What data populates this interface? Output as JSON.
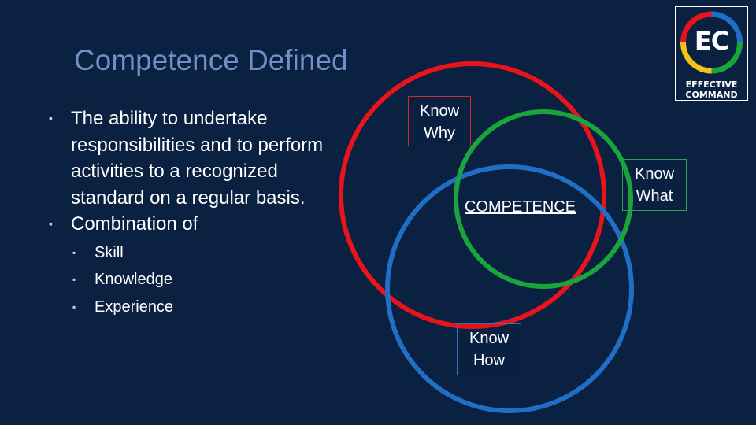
{
  "slide": {
    "title": "Competence Defined",
    "bullets": [
      {
        "text": "The ability to undertake responsibilities and to perform activities to a recognized standard on a regular basis."
      },
      {
        "text": "Combination of"
      }
    ],
    "sub_bullets": [
      "Skill",
      "Knowledge",
      "Experience"
    ],
    "bullet_marker": "▪"
  },
  "diagram": {
    "center_label": "COMPETENCE",
    "circles": [
      {
        "name": "know-why",
        "label_lines": [
          "Know",
          "Why"
        ],
        "color": "#e8131b"
      },
      {
        "name": "know-what",
        "label_lines": [
          "Know",
          "What"
        ],
        "color": "#1aa53c"
      },
      {
        "name": "know-how",
        "label_lines": [
          "Know",
          "How"
        ],
        "color": "#1f6fc6"
      }
    ]
  },
  "logo": {
    "initials": "EC",
    "line1": "EFFECTIVE",
    "line2": "COMMAND",
    "ring_colors": [
      "#1f6fc6",
      "#1aa53c",
      "#f4c21a",
      "#e8131b"
    ]
  },
  "colors": {
    "background": "#0a2141",
    "title": "#6f8fc6"
  }
}
